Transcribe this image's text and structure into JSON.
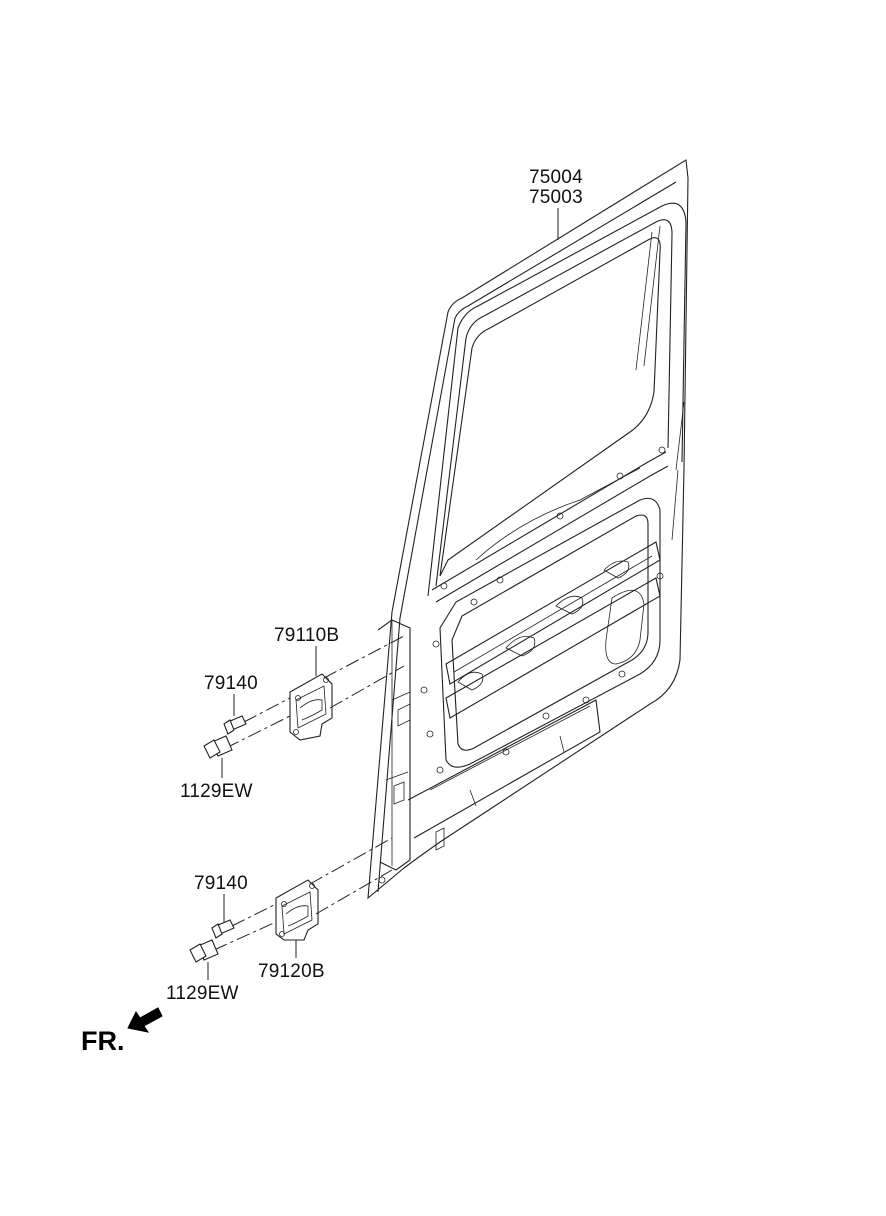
{
  "diagram": {
    "labels": {
      "door_part_a": "75004",
      "door_part_b": "75003",
      "upper_hinge": "79110B",
      "upper_pin": "79140",
      "upper_bolt": "1129EW",
      "lower_pin": "79140",
      "lower_bolt": "1129EW",
      "lower_hinge": "79120B",
      "front_indicator": "FR."
    },
    "icons": {
      "front_arrow": "arrow-icon"
    }
  }
}
